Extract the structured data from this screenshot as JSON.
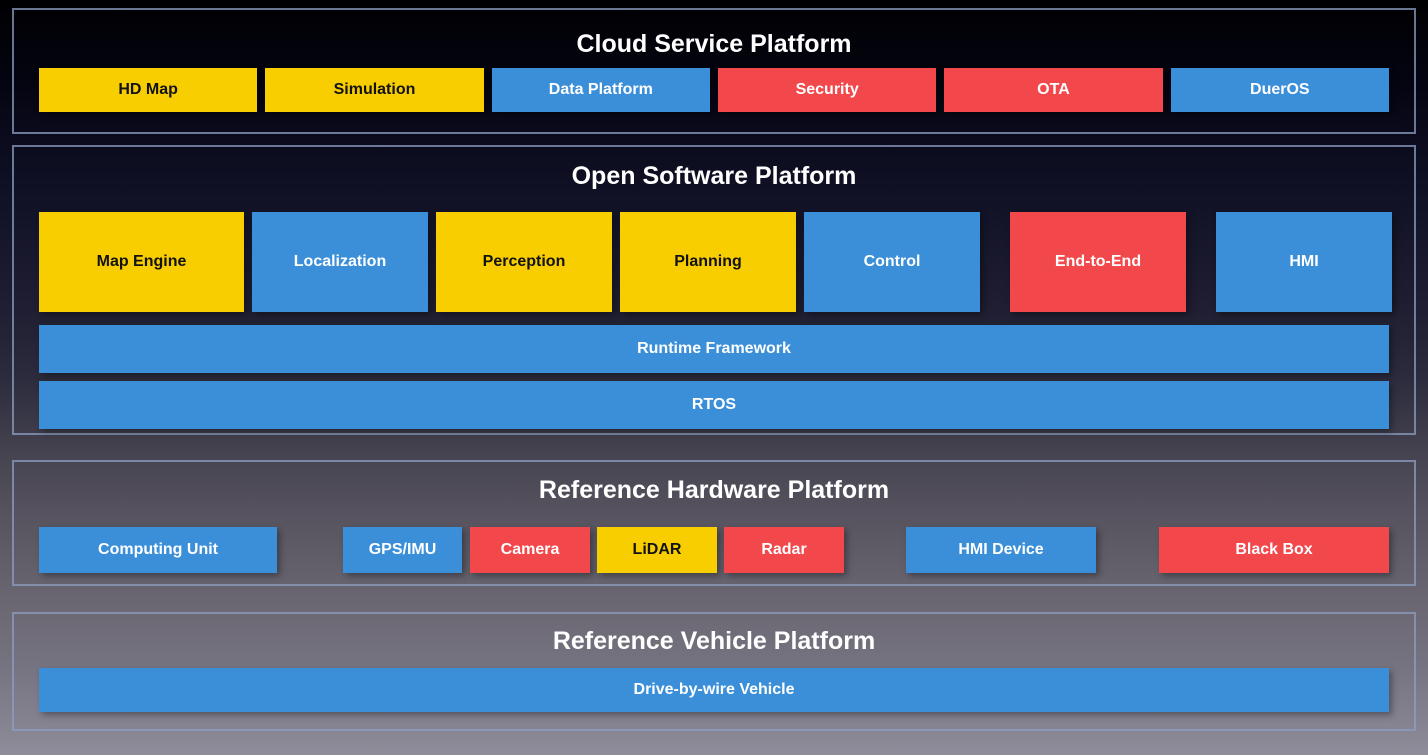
{
  "colors": {
    "yellow": "#F8CE01",
    "blue": "#3B8FD9",
    "red": "#F2484B",
    "section_border": "#8C9EC2",
    "title_text": "#FFFFFF"
  },
  "sections": [
    {
      "id": "cloud",
      "title": "Cloud Service Platform",
      "modules": [
        {
          "label": "HD Map",
          "color": "yellow"
        },
        {
          "label": "Simulation",
          "color": "yellow"
        },
        {
          "label": "Data Platform",
          "color": "blue"
        },
        {
          "label": "Security",
          "color": "red"
        },
        {
          "label": "OTA",
          "color": "red"
        },
        {
          "label": "DuerOS",
          "color": "blue"
        }
      ]
    },
    {
      "id": "software",
      "title": "Open Software Platform",
      "modules": [
        {
          "label": "Map Engine",
          "color": "yellow"
        },
        {
          "label": "Localization",
          "color": "blue"
        },
        {
          "label": "Perception",
          "color": "yellow"
        },
        {
          "label": "Planning",
          "color": "yellow"
        },
        {
          "label": "Control",
          "color": "blue"
        },
        {
          "label": "End-to-End",
          "color": "red"
        },
        {
          "label": "HMI",
          "color": "blue"
        }
      ],
      "bars": [
        {
          "label": "Runtime Framework",
          "color": "blue"
        },
        {
          "label": "RTOS",
          "color": "blue"
        }
      ]
    },
    {
      "id": "hardware",
      "title": "Reference Hardware Platform",
      "modules": [
        {
          "label": "Computing Unit",
          "color": "blue"
        },
        {
          "label": "GPS/IMU",
          "color": "blue"
        },
        {
          "label": "Camera",
          "color": "red"
        },
        {
          "label": "LiDAR",
          "color": "yellow"
        },
        {
          "label": "Radar",
          "color": "red"
        },
        {
          "label": "HMI Device",
          "color": "blue"
        },
        {
          "label": "Black Box",
          "color": "red"
        }
      ]
    },
    {
      "id": "vehicle",
      "title": "Reference Vehicle Platform",
      "bars": [
        {
          "label": "Drive-by-wire Vehicle",
          "color": "blue"
        }
      ]
    }
  ]
}
